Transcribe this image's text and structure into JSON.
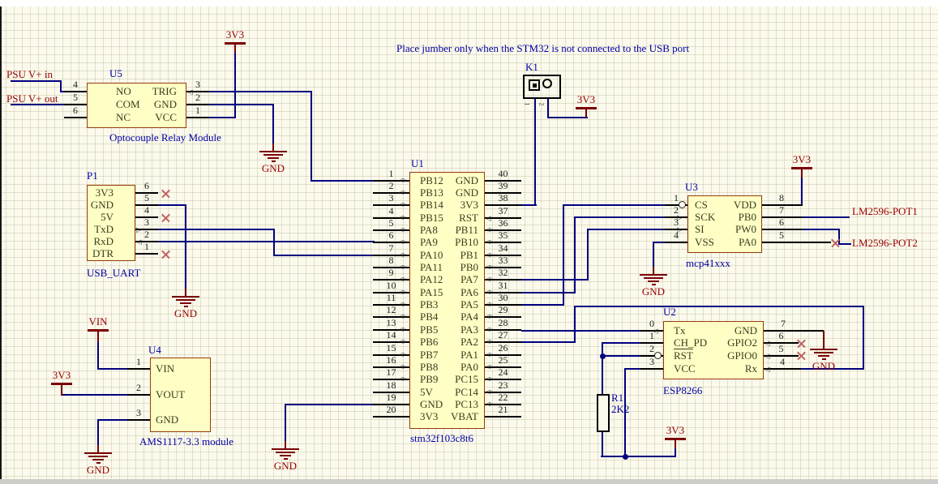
{
  "note": "Place jumber only when the STM32 is not connected to the USB port",
  "nets": {
    "psu_in": "PSU V+ in",
    "psu_out": "PSU V+ out",
    "v3": "3V3",
    "gnd": "GND",
    "vin": "VIN",
    "pot1": "LM2596-POT1",
    "pot2": "LM2596-POT2"
  },
  "components": {
    "u5": {
      "designator": "U5",
      "label": "Optocouple Relay Module",
      "left_pins": [
        {
          "num": "4",
          "name": "NO"
        },
        {
          "num": "5",
          "name": "COM"
        },
        {
          "num": "6",
          "name": "NC"
        }
      ],
      "right_pins": [
        {
          "num": "3",
          "name": "TRIG",
          "g": "lt"
        },
        {
          "num": "2",
          "name": "GND"
        },
        {
          "num": "1",
          "name": "VCC"
        }
      ]
    },
    "p1": {
      "designator": "P1",
      "label": "USB_UART",
      "right_pins": [
        {
          "num": "6",
          "name": "3V3"
        },
        {
          "num": "5",
          "name": "GND"
        },
        {
          "num": "4",
          "name": "5V"
        },
        {
          "num": "3",
          "name": "TxD",
          "g": "rt"
        },
        {
          "num": "2",
          "name": "RxD",
          "g": "lt"
        },
        {
          "num": "1",
          "name": "DTR"
        }
      ]
    },
    "u1": {
      "designator": "U1",
      "label": "stm32f103c8t6",
      "left_pins": [
        {
          "num": "1",
          "name": "PB12",
          "g": "io"
        },
        {
          "num": "2",
          "name": "PB13",
          "g": "io"
        },
        {
          "num": "3",
          "name": "PB14",
          "g": "io"
        },
        {
          "num": "4",
          "name": "PB15",
          "g": "io"
        },
        {
          "num": "5",
          "name": "PA8",
          "g": "io"
        },
        {
          "num": "6",
          "name": "PA9",
          "g": "io"
        },
        {
          "num": "7",
          "name": "PA10",
          "g": "io"
        },
        {
          "num": "8",
          "name": "PA11",
          "g": "io"
        },
        {
          "num": "9",
          "name": "PA12",
          "g": "io"
        },
        {
          "num": "10",
          "name": "PA15",
          "g": "io"
        },
        {
          "num": "11",
          "name": "PB3",
          "g": "io"
        },
        {
          "num": "12",
          "name": "PB4",
          "g": "io"
        },
        {
          "num": "13",
          "name": "PB5",
          "g": "io"
        },
        {
          "num": "14",
          "name": "PB6",
          "g": "io"
        },
        {
          "num": "15",
          "name": "PB7",
          "g": "io"
        },
        {
          "num": "16",
          "name": "PB8",
          "g": "io"
        },
        {
          "num": "17",
          "name": "PB9",
          "g": "io"
        },
        {
          "num": "18",
          "name": "5V"
        },
        {
          "num": "19",
          "name": "GND"
        },
        {
          "num": "20",
          "name": "3V3"
        }
      ],
      "right_pins": [
        {
          "num": "40",
          "name": "GND"
        },
        {
          "num": "39",
          "name": "GND"
        },
        {
          "num": "38",
          "name": "3V3"
        },
        {
          "num": "37",
          "name": "RST",
          "g": "lt"
        },
        {
          "num": "36",
          "name": "PB11",
          "g": "io"
        },
        {
          "num": "35",
          "name": "PB10",
          "g": "io"
        },
        {
          "num": "34",
          "name": "PB1",
          "g": "io"
        },
        {
          "num": "33",
          "name": "PB0",
          "g": "io"
        },
        {
          "num": "32",
          "name": "PA7",
          "g": "io"
        },
        {
          "num": "31",
          "name": "PA6",
          "g": "io"
        },
        {
          "num": "30",
          "name": "PA5",
          "g": "io"
        },
        {
          "num": "29",
          "name": "PA4",
          "g": "io"
        },
        {
          "num": "28",
          "name": "PA3",
          "g": "io"
        },
        {
          "num": "27",
          "name": "PA2",
          "g": "io"
        },
        {
          "num": "26",
          "name": "PA1",
          "g": "io"
        },
        {
          "num": "25",
          "name": "PA0",
          "g": "io"
        },
        {
          "num": "24",
          "name": "PC15",
          "g": "io"
        },
        {
          "num": "23",
          "name": "PC14",
          "g": "io"
        },
        {
          "num": "22",
          "name": "PC13",
          "g": "io"
        },
        {
          "num": "21",
          "name": "VBAT"
        }
      ]
    },
    "u3": {
      "designator": "U3",
      "label": "mcp41xxx",
      "left_pins": [
        {
          "num": "1",
          "name": "CS",
          "o": true
        },
        {
          "num": "2",
          "name": "SCK",
          "g": "rt"
        },
        {
          "num": "3",
          "name": "SI",
          "g": "rt"
        },
        {
          "num": "4",
          "name": "VSS"
        }
      ],
      "right_pins": [
        {
          "num": "8",
          "name": "VDD"
        },
        {
          "num": "7",
          "name": "PB0"
        },
        {
          "num": "6",
          "name": "PW0"
        },
        {
          "num": "5",
          "name": "PA0"
        }
      ]
    },
    "u2": {
      "designator": "U2",
      "label": "ESP8266",
      "left_pins": [
        {
          "num": "0",
          "name": "Tx",
          "g": "lt"
        },
        {
          "num": "1",
          "name": "CH_PD"
        },
        {
          "num": "2",
          "name": "RST",
          "o": true,
          "bar": true
        },
        {
          "num": "3",
          "name": "VCC"
        }
      ],
      "right_pins": [
        {
          "num": "7",
          "name": "GND"
        },
        {
          "num": "6",
          "name": "GPIO2",
          "g": "lt"
        },
        {
          "num": "5",
          "name": "GPIO0",
          "g": "lt"
        },
        {
          "num": "4",
          "name": "Rx",
          "g": "lt"
        }
      ]
    },
    "u4": {
      "designator": "U4",
      "label": "AMS1117-3.3 module",
      "left_pins": [
        {
          "num": "1",
          "name": "VIN"
        },
        {
          "num": "2",
          "name": "VOUT"
        },
        {
          "num": "3",
          "name": "GND"
        }
      ]
    },
    "k1": {
      "designator": "K1",
      "pin1": "1",
      "pin2": "2"
    },
    "r1": {
      "designator": "R1",
      "value": "2K2"
    }
  },
  "colors": {
    "wire": "#000080",
    "component_border": "#963B09",
    "component_fill": "#FFFFC5",
    "net_label": "#990000",
    "power_symbol": "#7A0000",
    "designator": "#0000A6",
    "background": "#FBFAEC",
    "no_connect": "#C06060"
  }
}
